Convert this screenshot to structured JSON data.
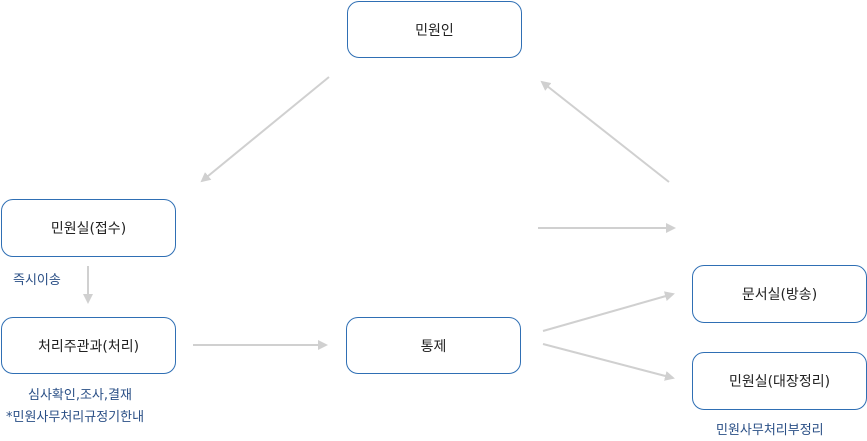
{
  "nodes": {
    "complainant": "민원인",
    "reception": "민원실(접수)",
    "processing_dept": "처리주관과(처리)",
    "control": "통제",
    "document_room": "문서실(방송)",
    "ledger_room": "민원실(대장정리)"
  },
  "notes": {
    "immediate_transfer": "즉시이송",
    "processing_line1": "심사확인,조사,결재",
    "processing_line2": "*민원사무처리규정기한내",
    "ledger_note": "민원사무처리부정리"
  },
  "colors": {
    "node_border": "#2f6fb4",
    "arrow": "#d0d0d0",
    "note_text": "#2a4f86"
  }
}
